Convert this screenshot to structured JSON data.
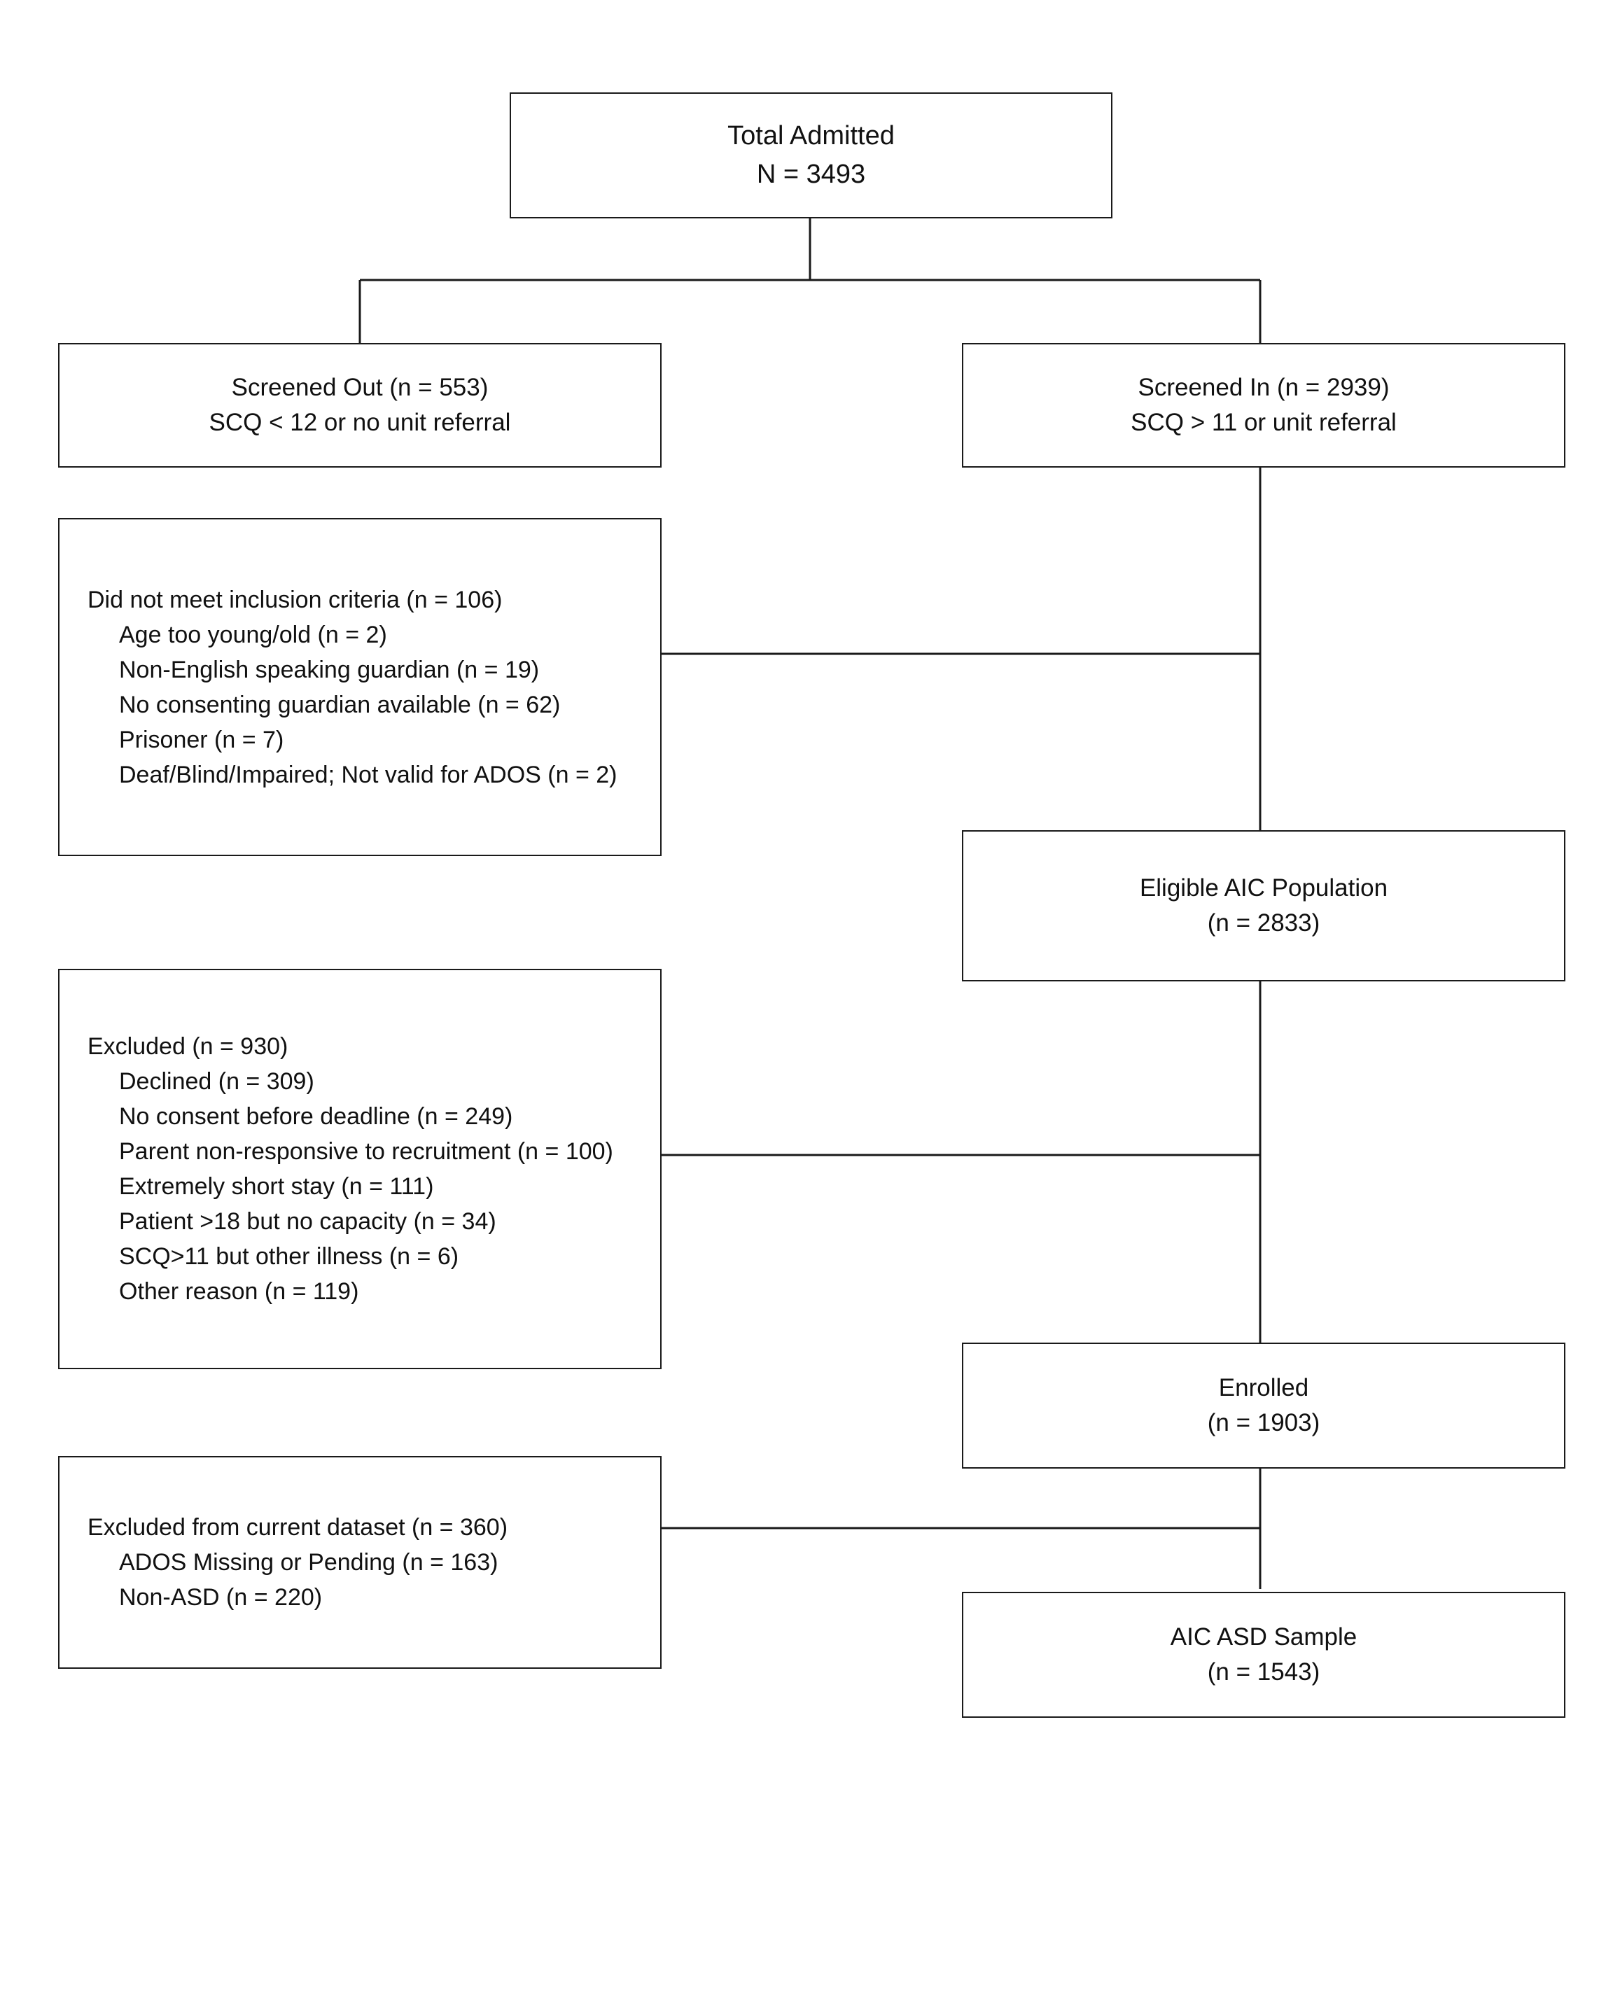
{
  "total": {
    "line1": "Total Admitted",
    "line2": "N = 3493"
  },
  "screened_out": {
    "line1": "Screened Out (n = 553)",
    "line2": "SCQ < 12 or no unit referral"
  },
  "screened_in": {
    "line1": "Screened In (n = 2939)",
    "line2": "SCQ > 11 or unit referral"
  },
  "inclusion": {
    "header": "Did not meet inclusion criteria (n = 106)",
    "items": [
      "Age too young/old (n = 2)",
      "Non-English speaking guardian (n = 19)",
      "No consenting guardian available (n = 62)",
      "Prisoner (n = 7)",
      "Deaf/Blind/Impaired; Not valid for ADOS (n = 2)"
    ]
  },
  "eligible": {
    "line1": "Eligible AIC Population",
    "line2": "(n = 2833)"
  },
  "excluded": {
    "header": "Excluded (n = 930)",
    "items": [
      "Declined (n = 309)",
      "No consent before deadline (n = 249)",
      "Parent non-responsive to recruitment (n = 100)",
      "Extremely short stay (n = 111)",
      "Patient >18 but no capacity (n = 34)",
      "SCQ>11 but other illness (n = 6)",
      "Other reason (n = 119)"
    ]
  },
  "enrolled": {
    "line1": "Enrolled",
    "line2": "(n = 1903)"
  },
  "excluded_dataset": {
    "header": "Excluded from current dataset (n = 360)",
    "items": [
      "ADOS Missing or Pending (n = 163)",
      "Non-ASD (n = 220)"
    ]
  },
  "asd_sample": {
    "line1": "AIC ASD Sample",
    "line2": "(n = 1543)"
  }
}
